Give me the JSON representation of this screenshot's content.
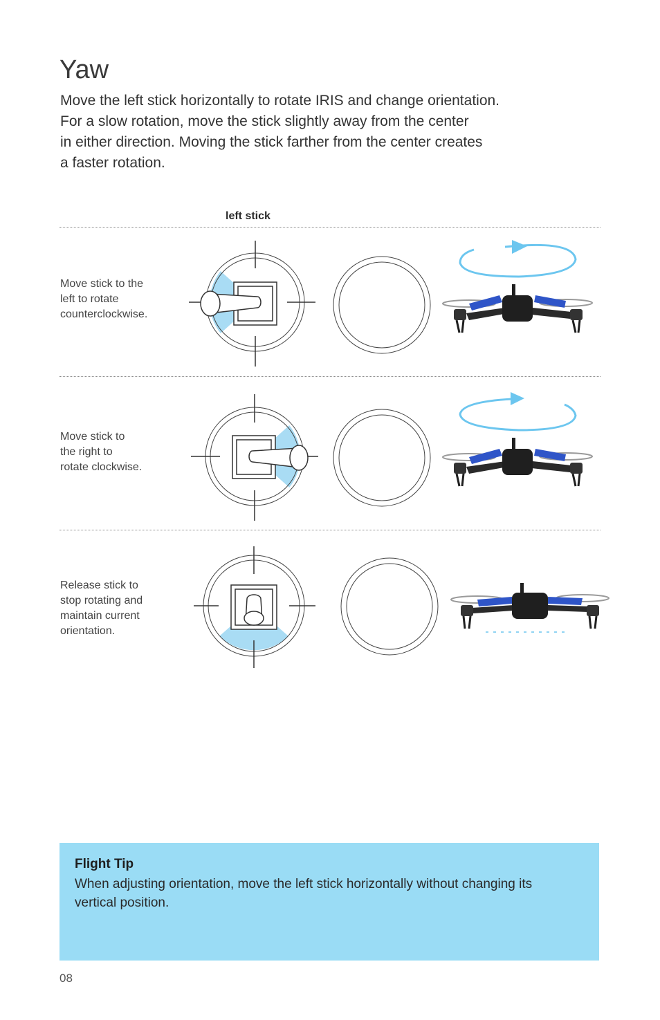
{
  "page": {
    "title": "Yaw",
    "intro_lines": [
      "Move the left stick horizontally to rotate IRIS and change orientation.",
      "For a slow rotation, move the stick slightly away from the center",
      "in either direction. Moving the stick farther from the center creates",
      "a faster rotation."
    ],
    "column_header": "left stick",
    "rows": [
      {
        "desc_lines": [
          "Move stick to the",
          "left to rotate",
          "counterclockwise."
        ],
        "stick": "left",
        "rotation": "counterclockwise"
      },
      {
        "desc_lines": [
          "Move stick to",
          "the right to",
          "rotate clockwise."
        ],
        "stick": "right",
        "rotation": "clockwise"
      },
      {
        "desc_lines": [
          "Release stick to",
          "stop rotating and",
          "maintain current",
          "orientation."
        ],
        "stick": "center",
        "rotation": "none"
      }
    ],
    "flight_tip": {
      "title": "Flight Tip",
      "body_lines": [
        "When adjusting orientation, move the left stick horizontally without changing its",
        "vertical position."
      ]
    },
    "page_number": "08",
    "colors": {
      "highlight": "#a9dcf4",
      "arrow": "#6cc6ef",
      "drone_arm": "#2f55c8",
      "tip_background": "#9adcf5"
    }
  }
}
